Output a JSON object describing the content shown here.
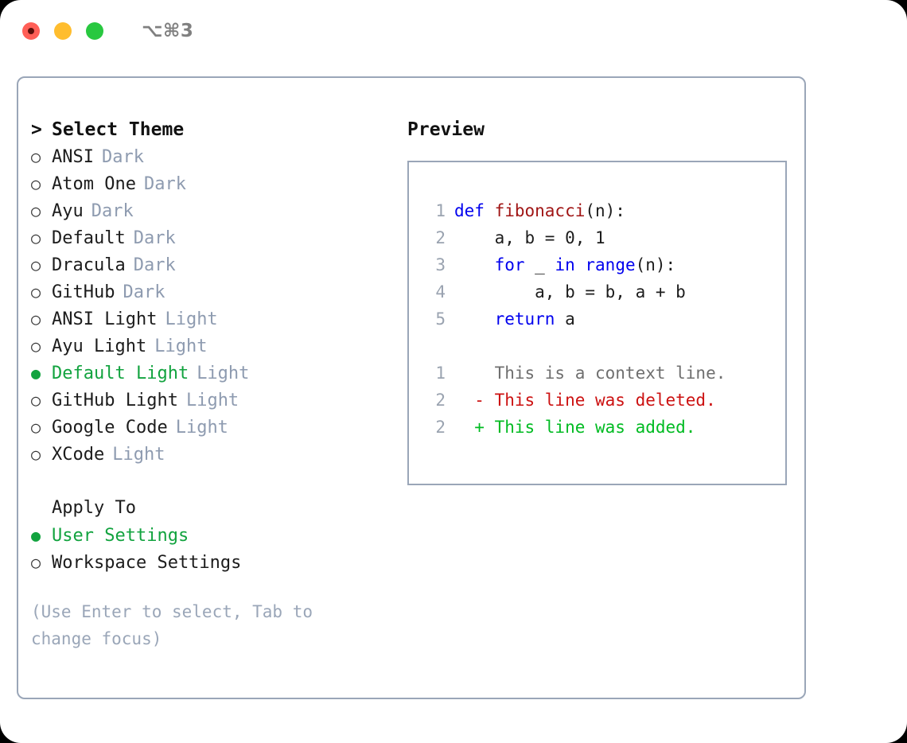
{
  "window": {
    "shortcut": "⌥⌘3",
    "traffic_lights": [
      "close-red",
      "minimize-amber",
      "zoom-green"
    ]
  },
  "theme_picker": {
    "heading": "Select Theme",
    "caret": ">",
    "bullet_on": "●",
    "bullet_off": "○",
    "items": [
      {
        "name": "ANSI",
        "tag": "Dark",
        "selected": false
      },
      {
        "name": "Atom One",
        "tag": "Dark",
        "selected": false
      },
      {
        "name": "Ayu",
        "tag": "Dark",
        "selected": false
      },
      {
        "name": "Default",
        "tag": "Dark",
        "selected": false
      },
      {
        "name": "Dracula",
        "tag": "Dark",
        "selected": false
      },
      {
        "name": "GitHub",
        "tag": "Dark",
        "selected": false
      },
      {
        "name": "ANSI Light",
        "tag": "Light",
        "selected": false
      },
      {
        "name": "Ayu Light",
        "tag": "Light",
        "selected": false
      },
      {
        "name": "Default Light",
        "tag": "Light",
        "selected": true
      },
      {
        "name": "GitHub Light",
        "tag": "Light",
        "selected": false
      },
      {
        "name": "Google Code",
        "tag": "Light",
        "selected": false
      },
      {
        "name": "XCode",
        "tag": "Light",
        "selected": false
      }
    ]
  },
  "apply_to": {
    "heading": "Apply To",
    "items": [
      {
        "name": "User Settings",
        "selected": true
      },
      {
        "name": "Workspace Settings",
        "selected": false
      }
    ]
  },
  "hint": "(Use Enter to select, Tab to change focus)",
  "preview": {
    "title": "Preview",
    "code_lines": [
      {
        "no": "1",
        "indent": "",
        "tokens": [
          {
            "t": "def ",
            "c": "kw"
          },
          {
            "t": "fibonacci",
            "c": "fn"
          },
          {
            "t": "(n):",
            "c": "code-text"
          }
        ]
      },
      {
        "no": "2",
        "indent": "    ",
        "tokens": [
          {
            "t": "a, b = 0, 1",
            "c": "code-text"
          }
        ]
      },
      {
        "no": "3",
        "indent": "    ",
        "tokens": [
          {
            "t": "for ",
            "c": "kw"
          },
          {
            "t": "_ ",
            "c": "code-text"
          },
          {
            "t": "in ",
            "c": "kw"
          },
          {
            "t": "range",
            "c": "kw"
          },
          {
            "t": "(n):",
            "c": "code-text"
          }
        ]
      },
      {
        "no": "4",
        "indent": "        ",
        "tokens": [
          {
            "t": "a, b = b, a + b",
            "c": "code-text"
          }
        ]
      },
      {
        "no": "5",
        "indent": "    ",
        "tokens": [
          {
            "t": "return ",
            "c": "kw"
          },
          {
            "t": "a",
            "c": "code-text"
          }
        ]
      }
    ],
    "diff_lines": [
      {
        "no": "1",
        "marker": "  ",
        "text": "This is a context line.",
        "cls": "diff-ctx"
      },
      {
        "no": "2",
        "marker": "- ",
        "text": "This line was deleted.",
        "cls": "diff-del"
      },
      {
        "no": "2",
        "marker": "+ ",
        "text": "This line was added.",
        "cls": "diff-add"
      }
    ]
  },
  "colors": {
    "accent_green": "#12a33f",
    "muted_slate": "#8e9bb0",
    "border": "#9aa6b8",
    "keyword_blue": "#0000ee",
    "function_red": "#a01515",
    "diff_add": "#00bb22",
    "diff_del": "#cc1111"
  }
}
